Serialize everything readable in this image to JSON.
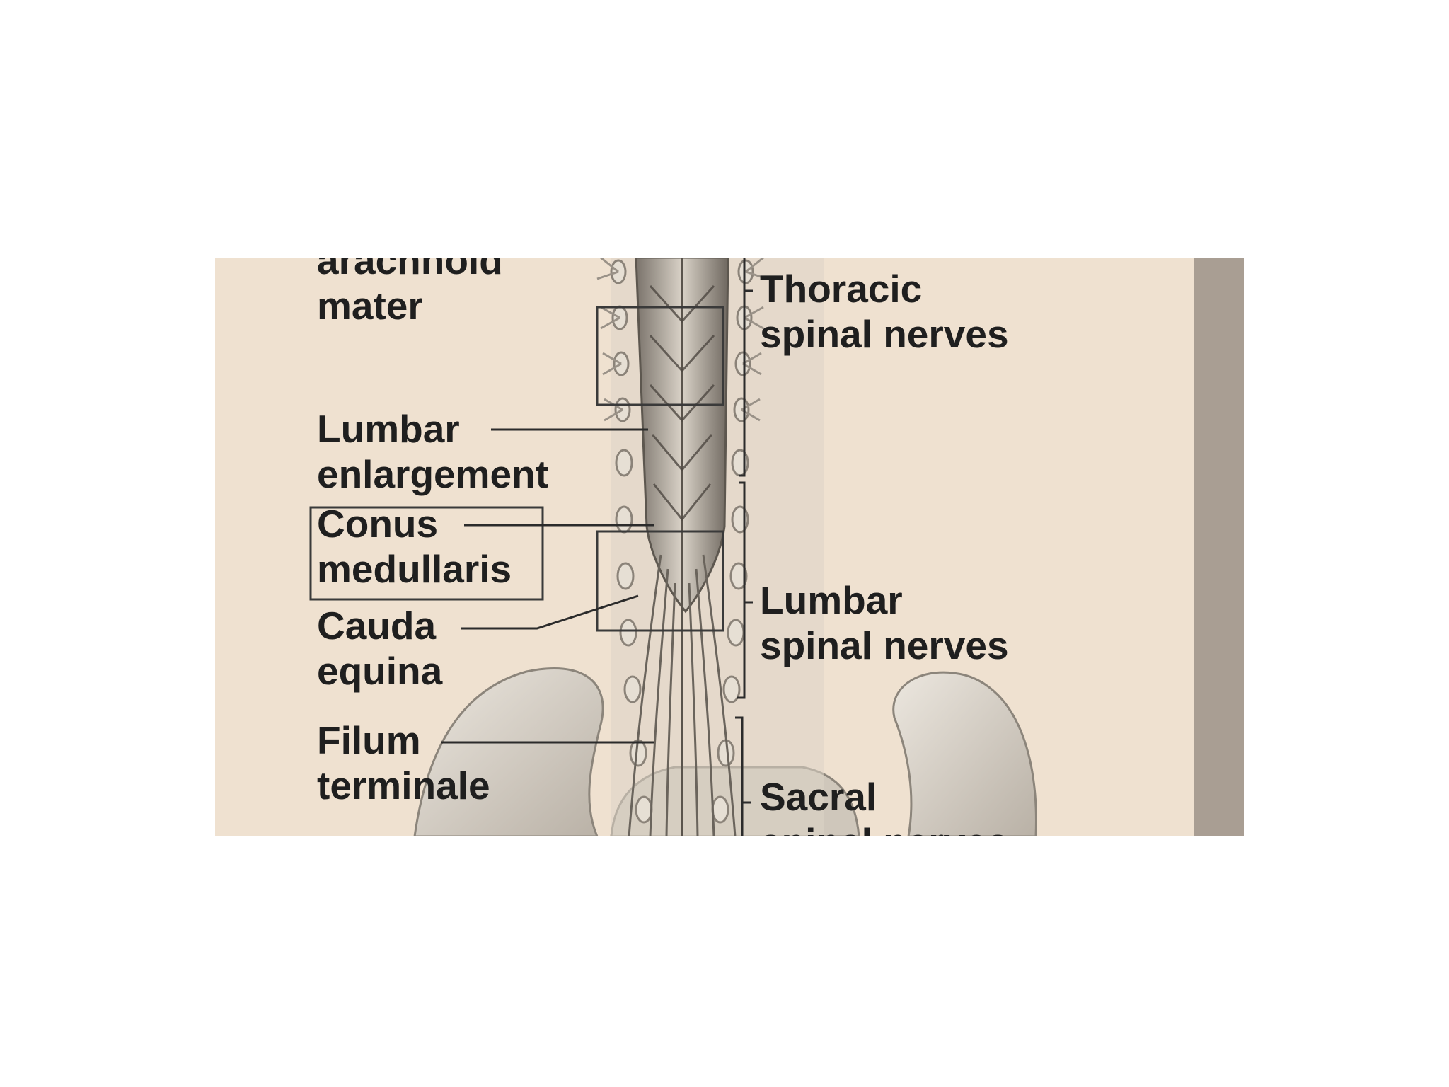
{
  "labels": {
    "arachnoid": {
      "line1": "arachnoid",
      "line2": "mater"
    },
    "thoracic": {
      "line1": "Thoracic",
      "line2": "spinal nerves"
    },
    "lumbar_enlargement": {
      "line1": "Lumbar",
      "line2": "enlargement"
    },
    "conus": {
      "line1": "Conus",
      "line2": "medullaris"
    },
    "cauda": {
      "line1": "Cauda",
      "line2": "equina"
    },
    "lumbar_nerves": {
      "line1": "Lumbar",
      "line2": "spinal nerves"
    },
    "filum": {
      "line1": "Filum",
      "line2": "terminale"
    },
    "sacral": {
      "line1": "Sacral",
      "line2": "spinal nerves"
    }
  },
  "colors": {
    "background": "#efe1d0",
    "label_text": "#1f1f1f",
    "right_strip": "#a99e93",
    "bone": "#d8d1c6"
  }
}
